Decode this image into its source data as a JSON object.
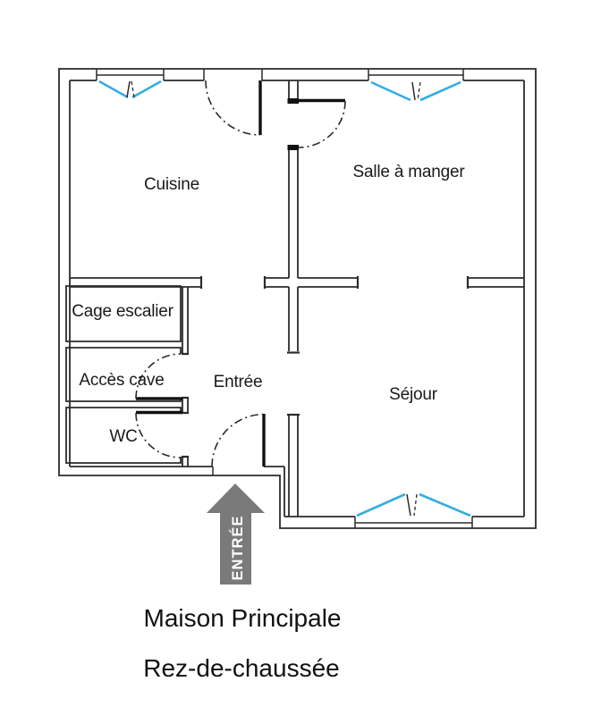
{
  "titles": {
    "line1": "Maison Principale",
    "line2": "Rez-de-chaussée"
  },
  "rooms": {
    "cuisine": "Cuisine",
    "salle_a_manger": "Salle à manger",
    "cage_escalier": "Cage escalier",
    "acces_cave": "Accès cave",
    "wc": "WC",
    "entree": "Entrée",
    "sejour": "Séjour"
  },
  "entrance_arrow": {
    "label": "ENTRÉE"
  },
  "colors": {
    "wall": "#2b2b2b",
    "window": "#35ADE2",
    "arrow": "#7a7a7a",
    "arrow_text": "#ffffff",
    "text": "#1a1a1a"
  }
}
